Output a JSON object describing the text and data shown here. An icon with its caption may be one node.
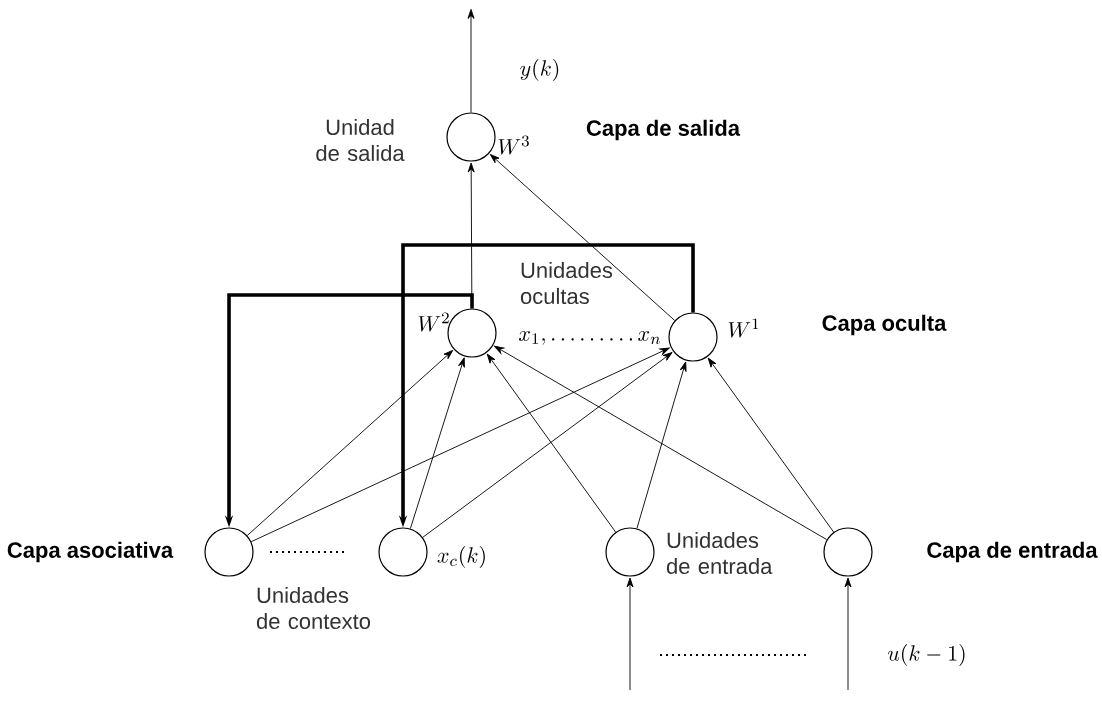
{
  "diagram": {
    "nodes": [
      {
        "text": [],
        "shape": "circle",
        "beside": [
          "Unidad de salida"
        ]
      },
      {
        "text": [],
        "shape": "circle"
      },
      {
        "text": [],
        "shape": "circle"
      },
      {
        "text": [],
        "shape": "circle"
      },
      {
        "text": [],
        "shape": "circle"
      },
      {
        "text": [],
        "shape": "circle"
      },
      {
        "text": [],
        "shape": "circle"
      }
    ],
    "edges": [
      {
        "from": 0,
        "to": null,
        "arrow": "to"
      },
      {
        "from": 1,
        "to": 0,
        "arrow": "to"
      },
      {
        "from": 2,
        "to": 0,
        "arrow": "to"
      },
      {
        "from": 1,
        "to": 3,
        "arrow": "to",
        "style": "thick"
      },
      {
        "from": 2,
        "to": 4,
        "arrow": "to",
        "style": "thick"
      },
      {
        "from": 3,
        "to": 1,
        "arrow": "to"
      },
      {
        "from": 3,
        "to": 2,
        "arrow": "to"
      },
      {
        "from": 4,
        "to": 1,
        "arrow": "to"
      },
      {
        "from": 4,
        "to": 2,
        "arrow": "to"
      },
      {
        "from": 5,
        "to": 1,
        "arrow": "to"
      },
      {
        "from": 5,
        "to": 2,
        "arrow": "to"
      },
      {
        "from": 6,
        "to": 1,
        "arrow": "to"
      },
      {
        "from": 6,
        "to": 2,
        "arrow": "to"
      },
      {
        "from": null,
        "to": 5,
        "arrow": "to"
      },
      {
        "from": null,
        "to": 6,
        "arrow": "to"
      }
    ],
    "labels": [
      "y(k)",
      "W^{3}",
      "Capa de salida",
      "Unidades ocultas",
      "W^{2}",
      "x_{1},\\ldots\\ldots\\ldots x_{n}",
      "W^{1}",
      "Capa oculta",
      "Capa asociativa",
      "x_{c}(k)",
      "Unidades de entrada",
      "Capa de entrada",
      "Unidades de contexto",
      "u(k-1)"
    ]
  }
}
